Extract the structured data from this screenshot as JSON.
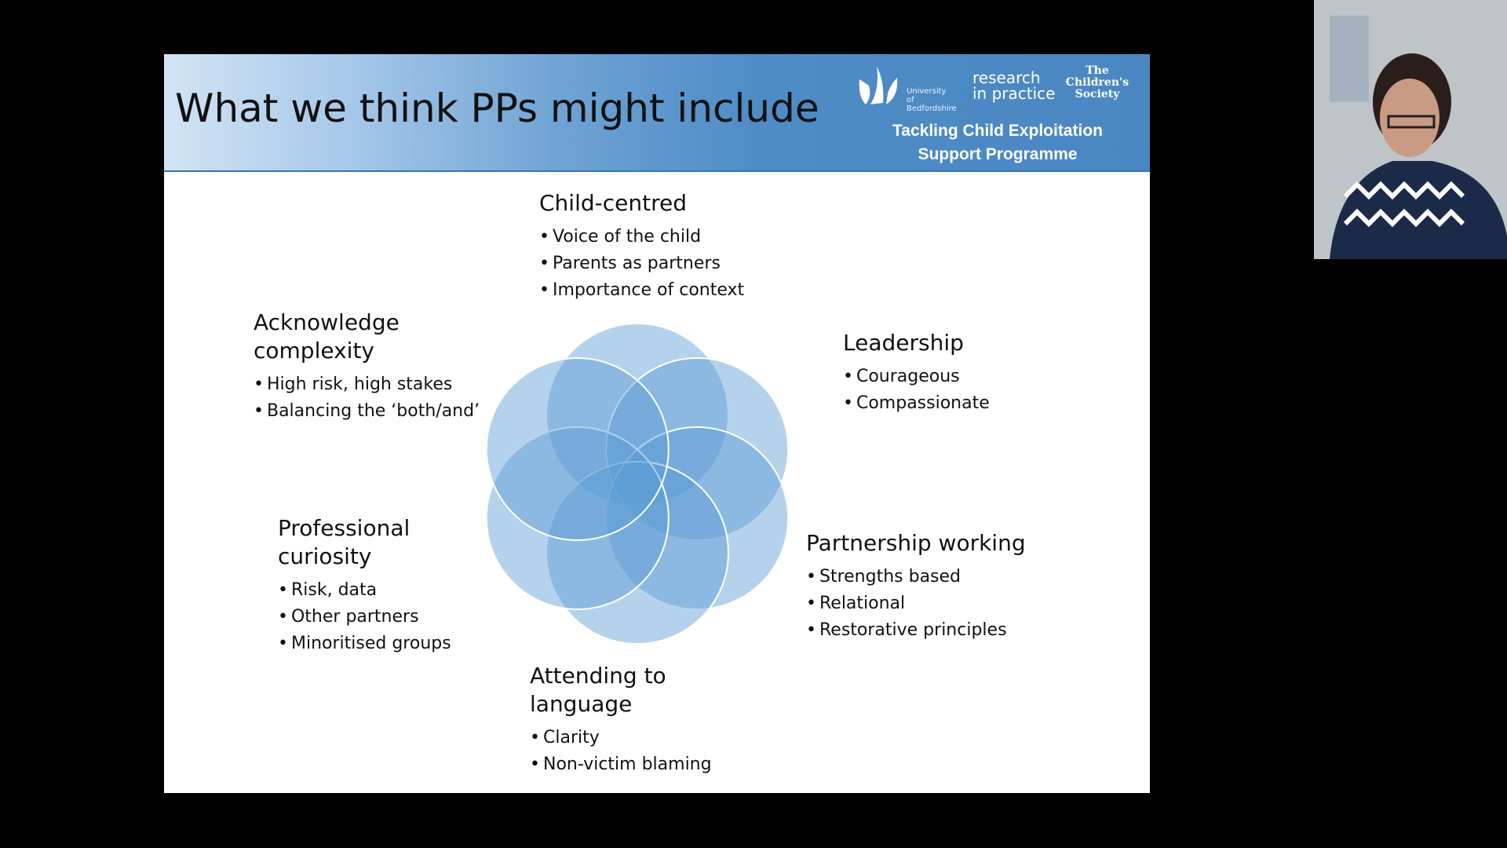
{
  "slide": {
    "title": "What we think PPs might include",
    "logos": {
      "university": "University of Bedfordshire",
      "research_line1": "research",
      "research_line2": "in practice",
      "childrens_society": "The Children's Society",
      "programme_line1": "Tackling Child Exploitation",
      "programme_line2": "Support Programme"
    },
    "sections": [
      {
        "heading": "Child-centred",
        "bullets": [
          "Voice of the child",
          "Parents as partners",
          "Importance of context"
        ]
      },
      {
        "heading": "Leadership",
        "bullets": [
          "Courageous",
          "Compassionate"
        ]
      },
      {
        "heading": "Partnership working",
        "bullets": [
          "Strengths based",
          "Relational",
          "Restorative principles"
        ]
      },
      {
        "heading": "Attending to language",
        "bullets": [
          "Clarity",
          "Non-victim blaming"
        ]
      },
      {
        "heading": "Professional curiosity",
        "bullets": [
          "Risk, data",
          "Other partners",
          "Minoritised groups"
        ]
      },
      {
        "heading": "Acknowledge complexity",
        "bullets": [
          "High risk, high stakes",
          "Balancing the ‘both/and’"
        ]
      }
    ],
    "colors": {
      "header": "#4a87c2",
      "circle_fill": "#5b9bd5"
    }
  }
}
